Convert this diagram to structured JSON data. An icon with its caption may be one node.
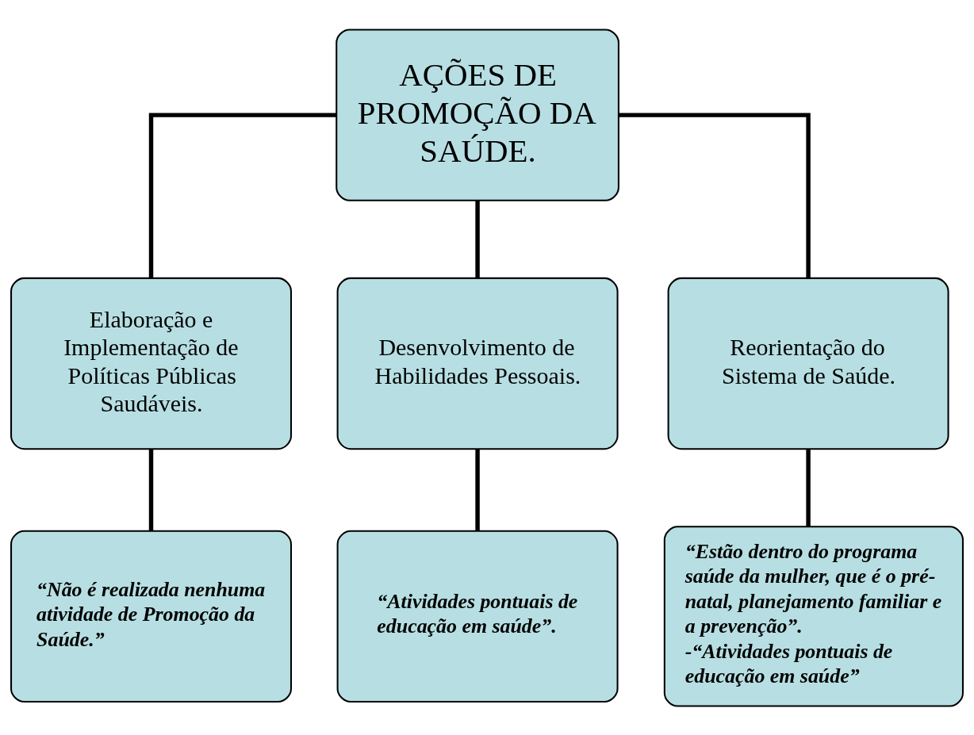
{
  "diagram": {
    "nodes": [
      {
        "text": [
          "AÇÕES DE PROMOÇÃO DA SAÚDE."
        ]
      },
      {
        "text": [
          "Elaboração e Implementação de Políticas Públicas Saudáveis."
        ]
      },
      {
        "text": [
          "Desenvolvimento de Habilidades Pessoais."
        ]
      },
      {
        "text": [
          "Reorientação do Sistema de Saúde."
        ]
      },
      {
        "text": [
          "“Não é realizada nenhuma atividade de Promoção da Saúde.”"
        ]
      },
      {
        "text": [
          "“Atividades pontuais de educação em saúde”."
        ]
      },
      {
        "text": [
          "“Estão dentro do programa saúde da mulher, que é o pré-natal, planejamento familiar e a prevenção”.",
          "-“Atividades pontuais de educação em saúde”"
        ]
      }
    ],
    "edges": [
      {
        "from": 0,
        "to": 1,
        "arrow": "none"
      },
      {
        "from": 0,
        "to": 2,
        "arrow": "none"
      },
      {
        "from": 0,
        "to": 3,
        "arrow": "none"
      },
      {
        "from": 1,
        "to": 4,
        "arrow": "none"
      },
      {
        "from": 2,
        "to": 5,
        "arrow": "none"
      },
      {
        "from": 3,
        "to": 6,
        "arrow": "none"
      }
    ]
  }
}
